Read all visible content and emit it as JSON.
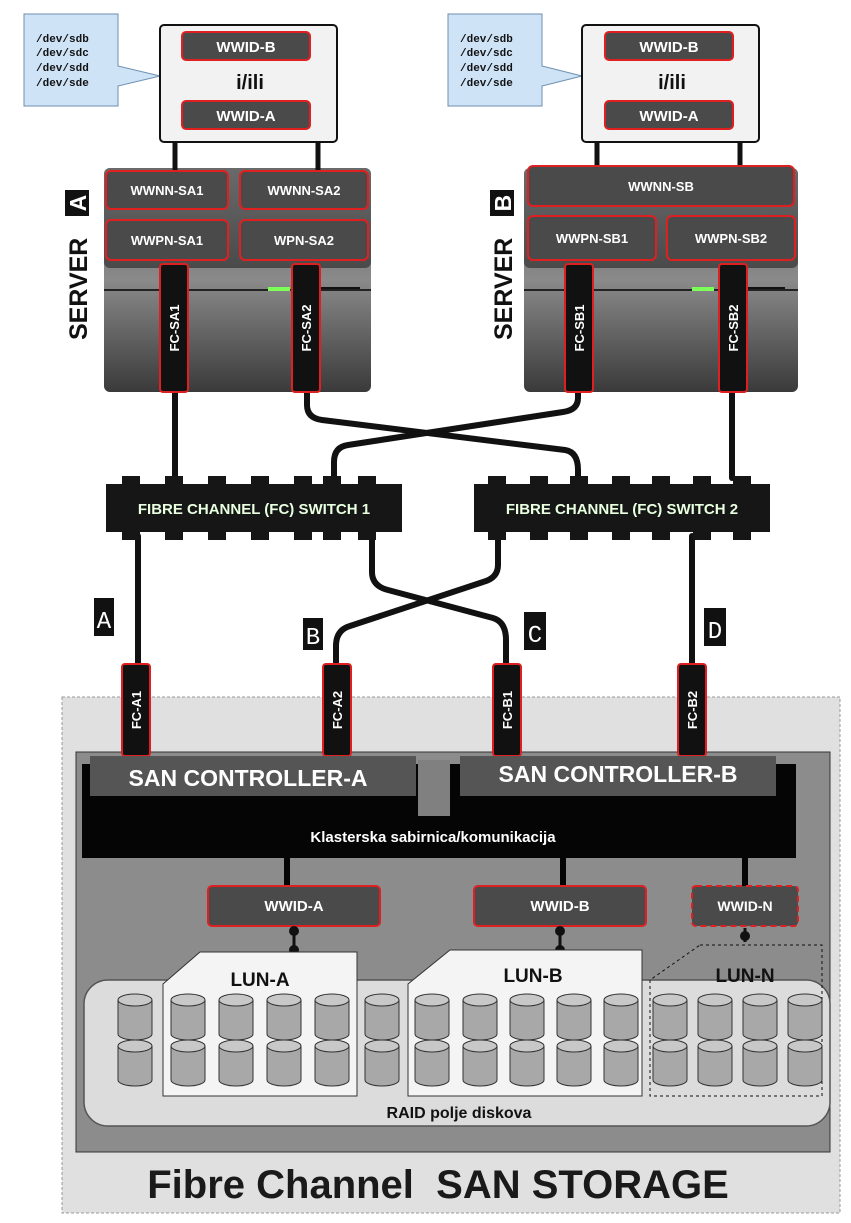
{
  "server_a": {
    "title_word": "SERVER",
    "title_letter": "A",
    "devices": [
      "/dev/sdb",
      "/dev/sdc",
      "/dev/sdd",
      "/dev/sde"
    ],
    "wwid_top": "WWID-B",
    "or_text": "i/ili",
    "wwid_bottom": "WWID-A",
    "wwnn_1": "WWNN-SA1",
    "wwnn_2": "WWNN-SA2",
    "wwpn_1": "WWPN-SA1",
    "wwpn_2": "WPN-SA2",
    "port_1": "FC-SA1",
    "port_2": "FC-SA2"
  },
  "server_b": {
    "title_word": "SERVER",
    "title_letter": "B",
    "devices": [
      "/dev/sdb",
      "/dev/sdc",
      "/dev/sdd",
      "/dev/sde"
    ],
    "wwid_top": "WWID-B",
    "or_text": "i/ili",
    "wwid_bottom": "WWID-A",
    "wwnn": "WWNN-SB",
    "wwpn_1": "WWPN-SB1",
    "wwpn_2": "WWPN-SB2",
    "port_1": "FC-SB1",
    "port_2": "FC-SB2"
  },
  "switches": {
    "switch_1": "FIBRE CHANNEL (FC) SWITCH 1",
    "switch_2": "FIBRE CHANNEL (FC) SWITCH 2"
  },
  "paths": [
    "A",
    "B",
    "C",
    "D"
  ],
  "storage": {
    "ports": [
      "FC-A1",
      "FC-A2",
      "FC-B1",
      "FC-B2"
    ],
    "controller_a": "SAN CONTROLLER-A",
    "controller_b": "SAN CONTROLLER-B",
    "cluster_bus": "Klasterska sabirnica/komunikacija",
    "wwid_a": "WWID-A",
    "wwid_b": "WWID-B",
    "wwid_n": "WWID-N",
    "lun_a": "LUN-A",
    "lun_b": "LUN-B",
    "lun_n": "LUN-N",
    "raid_label": "RAID polje diskova",
    "footer_title": "Fibre Channel  SAN STORAGE"
  }
}
